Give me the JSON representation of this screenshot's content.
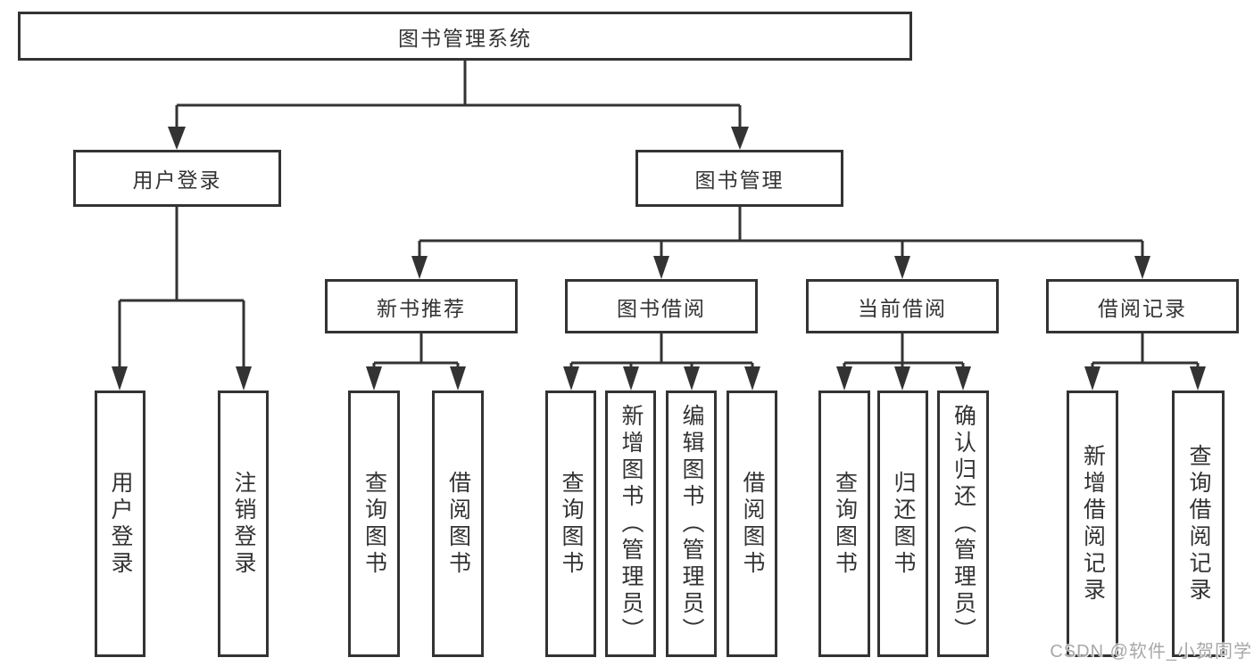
{
  "diagram_title": "图书管理系统",
  "colors": {
    "line": "#333333",
    "text": "#333333",
    "box_background": "#ffffff",
    "page_background": "#ffffff",
    "watermark": "#a8a8a8"
  },
  "tree": {
    "label": "图书管理系统",
    "children": [
      {
        "label": "用户登录",
        "children": [
          {
            "label": "用户登录"
          },
          {
            "label": "注销登录"
          }
        ]
      },
      {
        "label": "图书管理",
        "children": [
          {
            "label": "新书推荐",
            "children": [
              {
                "label": "查询图书"
              },
              {
                "label": "借阅图书"
              }
            ]
          },
          {
            "label": "图书借阅",
            "children": [
              {
                "label": "查询图书"
              },
              {
                "label": "新增图书（管理员）"
              },
              {
                "label": "编辑图书（管理员）"
              },
              {
                "label": "借阅图书"
              }
            ]
          },
          {
            "label": "当前借阅",
            "children": [
              {
                "label": "查询图书"
              },
              {
                "label": "归还图书"
              },
              {
                "label": "确认归还（管理员）"
              }
            ]
          },
          {
            "label": "借阅记录",
            "children": [
              {
                "label": "新增借阅记录"
              },
              {
                "label": "查询借阅记录"
              }
            ]
          }
        ]
      }
    ]
  },
  "watermark": {
    "text": "CSDN @软件_小贺同学"
  }
}
